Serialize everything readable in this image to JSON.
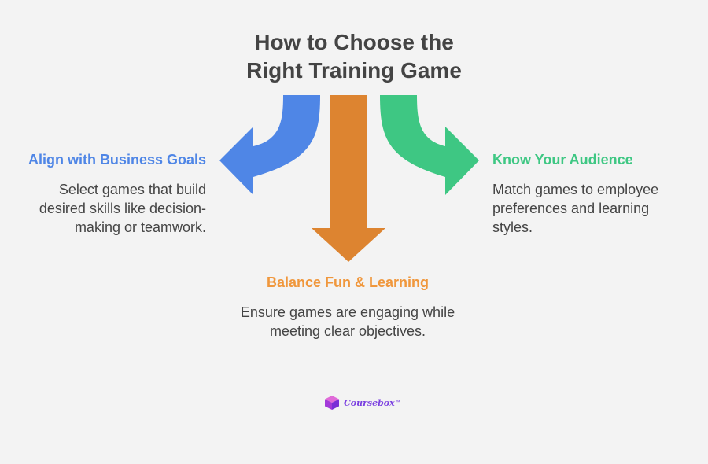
{
  "title": {
    "line1": "How to Choose the",
    "line2": "Right Training Game"
  },
  "steps": {
    "left": {
      "heading": "Align with Business Goals",
      "description": "Select games that build desired skills like decision-making or teamwork.",
      "color": "#4f86e6",
      "arrow_icon": "curved-arrow-left-icon"
    },
    "middle": {
      "heading": "Balance Fun & Learning",
      "description": "Ensure games are engaging while meeting clear objectives.",
      "heading_color": "#f0973c",
      "arrow_color": "#dd8430",
      "arrow_icon": "arrow-down-icon"
    },
    "right": {
      "heading": "Know Your Audience",
      "description": "Match games to employee preferences and learning styles.",
      "color": "#3ec783",
      "arrow_icon": "curved-arrow-right-icon"
    }
  },
  "logo": {
    "text": "Coursebox",
    "mark": "™",
    "color": "#7a3fe0",
    "icon": "cube-logo-icon"
  }
}
